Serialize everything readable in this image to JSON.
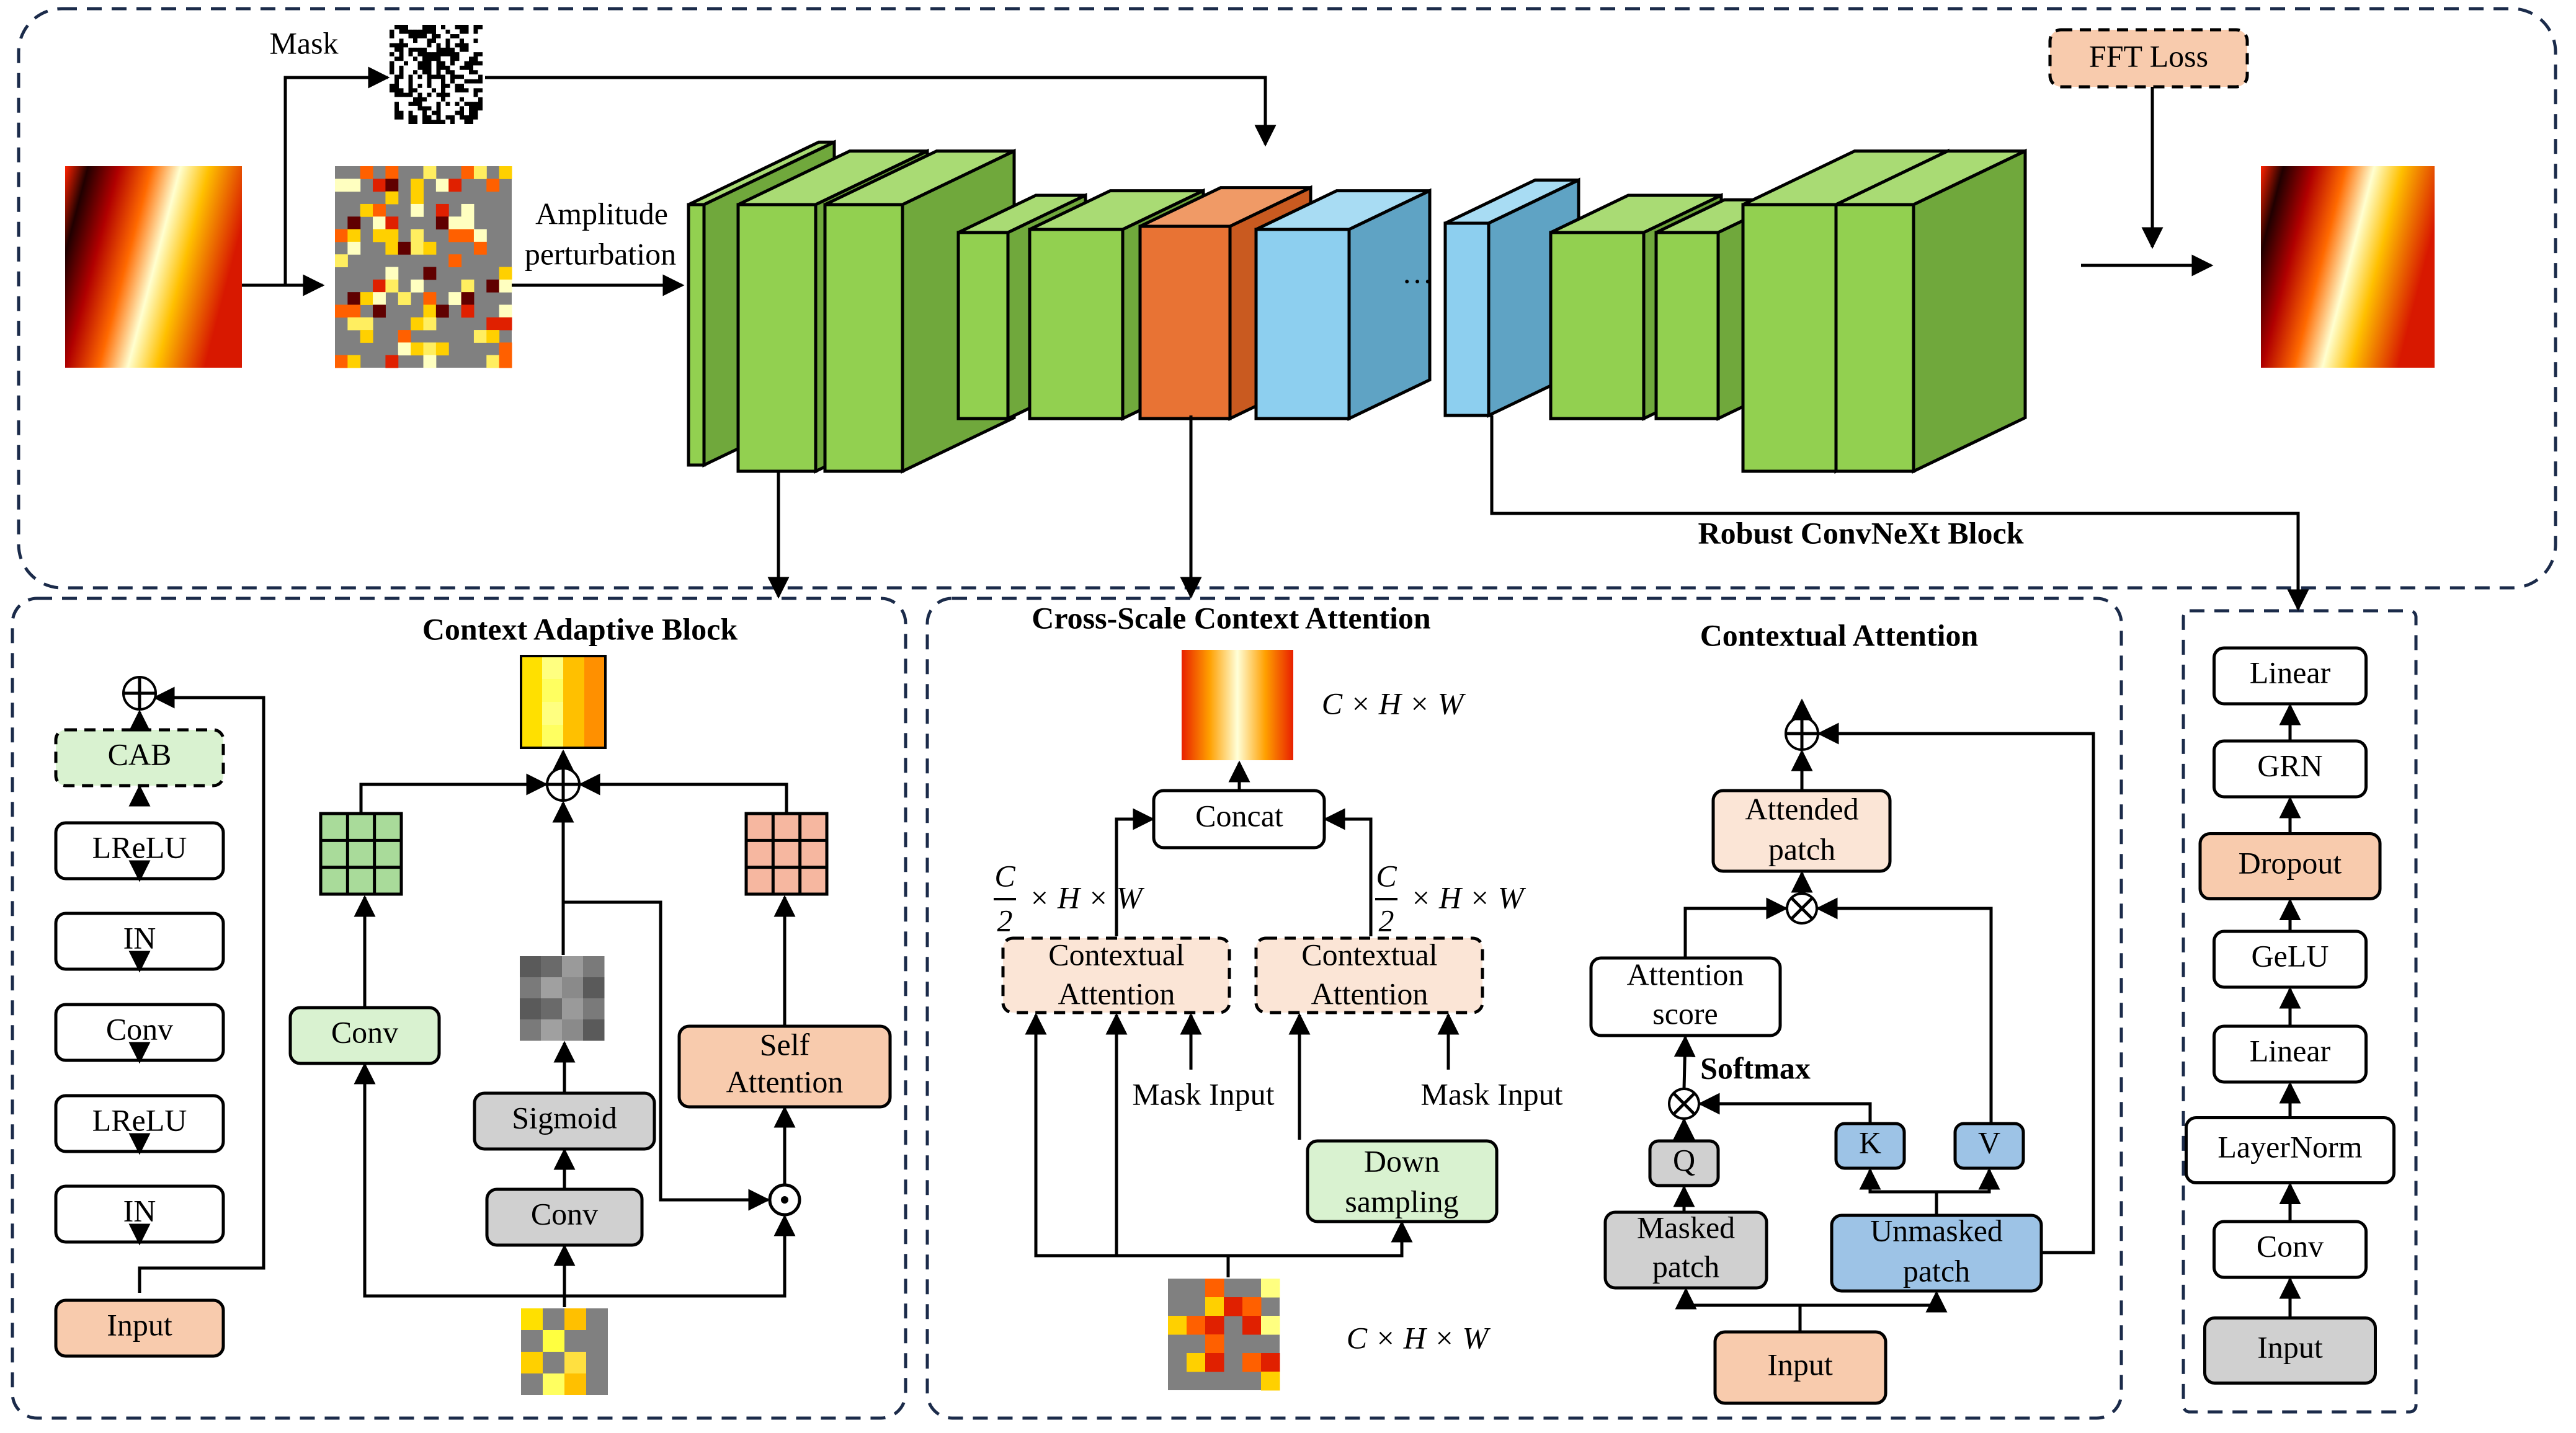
{
  "top": {
    "mask_label": "Mask",
    "amplitude_label_1": "Amplitude",
    "amplitude_label_2": "perturbation",
    "fft_loss": "FFT Loss",
    "ellipsis": "…",
    "robust_block": "Robust ConvNeXt Block"
  },
  "left_stack": {
    "items": [
      "CAB",
      "LReLU",
      "IN",
      "Conv",
      "LReLU",
      "IN",
      "Input"
    ]
  },
  "cab": {
    "title": "Context Adaptive Block",
    "conv_left": "Conv",
    "sigmoid": "Sigmoid",
    "conv_mid": "Conv",
    "self_attn_1": "Self",
    "self_attn_2": "Attention"
  },
  "csca": {
    "title": "Cross-Scale Context Attention",
    "dims_out": "C × H × W",
    "concat": "Concat",
    "half_c": "C",
    "half_d": "2",
    "half_rest": "× H × W",
    "ctx1_a": "Contextual",
    "ctx1_b": "Attention",
    "ctx2_a": "Contextual",
    "ctx2_b": "Attention",
    "mask_input_1": "Mask Input",
    "mask_input_2": "Mask Input",
    "down_1": "Down",
    "down_2": "sampling",
    "dims_in": "C × H × W"
  },
  "ca": {
    "title": "Contextual Attention",
    "attended_1": "Attended",
    "attended_2": "patch",
    "score_1": "Attention",
    "score_2": "score",
    "softmax": "Softmax",
    "q": "Q",
    "k": "K",
    "v": "V",
    "masked_1": "Masked",
    "masked_2": "patch",
    "unmasked_1": "Unmasked",
    "unmasked_2": "patch",
    "input": "Input"
  },
  "right_stack": {
    "items": [
      "Linear",
      "GRN",
      "Dropout",
      "GeLU",
      "Linear",
      "LayerNorm",
      "Conv",
      "Input"
    ]
  },
  "colors": {
    "green_front": "#92D050",
    "green_top": "#A9DB74",
    "green_side": "#70A83C",
    "orange_front": "#E87334",
    "blue_front": "#8DCFEF",
    "blue_side": "#5FA3C4",
    "salmon": "#F8CBAD",
    "light_green": "#D9F2D0",
    "light_peach": "#FBE5D6",
    "gray": "#D0D0D0",
    "blue_box": "#9DC3E6",
    "frame": "#1B2B4A"
  }
}
